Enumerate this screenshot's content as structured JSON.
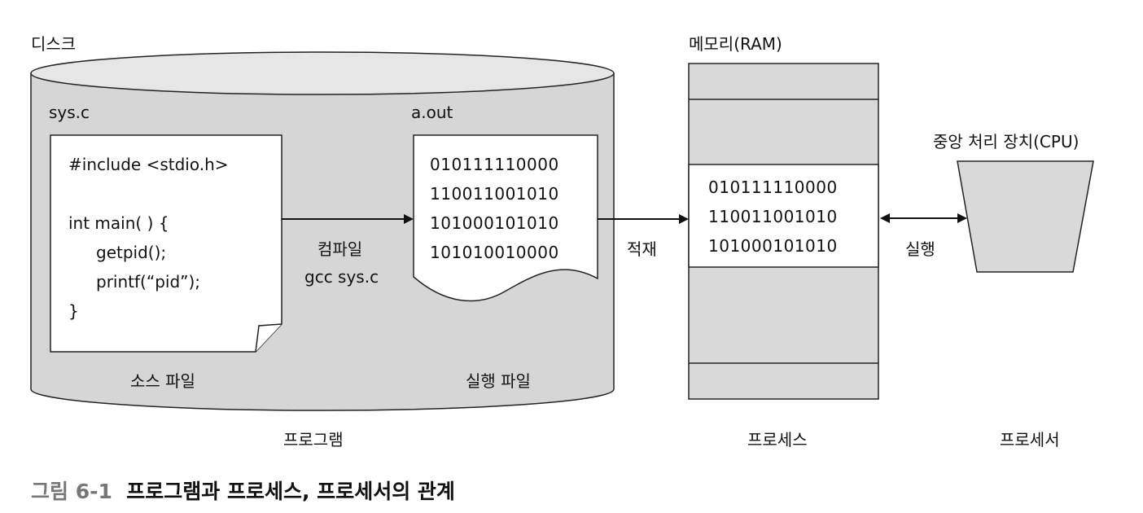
{
  "disk": {
    "label": "디스크"
  },
  "source_file": {
    "filename": "sys.c",
    "lines": [
      "#include <stdio.h>",
      "",
      "int main( ) {",
      "    getpid();",
      "    printf(“pid”);",
      "}"
    ],
    "caption": "소스 파일"
  },
  "compile": {
    "label": "컴파일",
    "command": "gcc sys.c"
  },
  "exec_file": {
    "filename": "a.out",
    "lines": [
      "010111110000",
      "110011001010",
      "101000101010",
      "101010010000"
    ],
    "caption": "실행 파일"
  },
  "load": {
    "label": "적재"
  },
  "memory": {
    "label": "메모리(RAM)",
    "lines": [
      "010111110000",
      "110011001010",
      "101000101010"
    ]
  },
  "execute": {
    "label": "실행"
  },
  "cpu": {
    "label": "중앙 처리 장치(CPU)"
  },
  "concepts": {
    "program": "프로그램",
    "process": "프로세스",
    "processor": "프로세서"
  },
  "figure_caption": {
    "number": "그림 6-1",
    "text": "프로그램과 프로세스, 프로세서의 관계"
  }
}
